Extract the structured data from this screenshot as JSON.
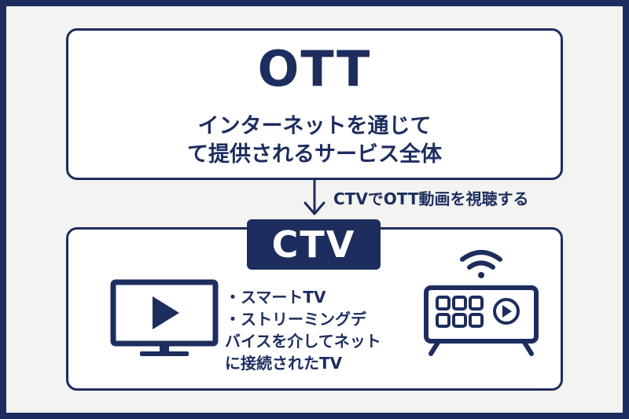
{
  "ott": {
    "title": "OTT",
    "desc_line1": "インターネットを通じて",
    "desc_line2": "て提供されるサービス全体"
  },
  "connector": {
    "label": "CTVでOTT動画を視聴する"
  },
  "ctv": {
    "badge": "CTV",
    "bullet_lines": [
      "・スマートTV",
      "・ストリーミングデ",
      "バイスを介してネット",
      "に接続されたTV"
    ]
  },
  "colors": {
    "navy": "#1d2d5e",
    "background": "#f3f3f1",
    "box_fill": "#ffffff"
  },
  "icons": [
    "tv-play-icon",
    "wifi-icon",
    "remote-control-icon"
  ]
}
